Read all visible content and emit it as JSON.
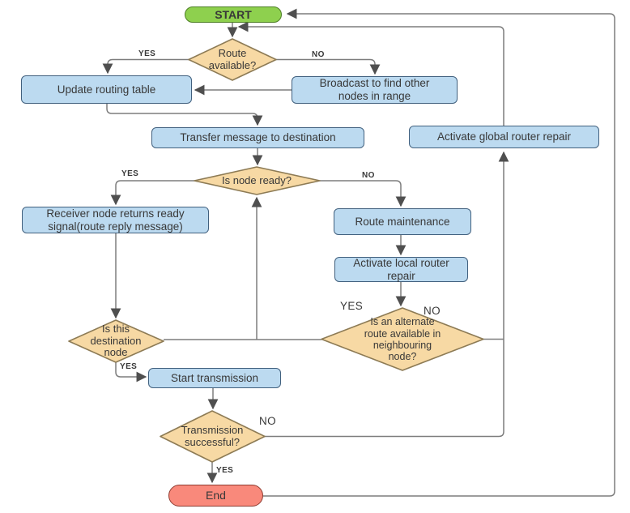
{
  "flowchart": {
    "nodes": {
      "start": {
        "label": "START",
        "type": "terminator"
      },
      "route_available": {
        "label": "Route\navailable?",
        "type": "decision"
      },
      "update_routing_table": {
        "label": "Update routing table",
        "type": "process"
      },
      "broadcast": {
        "label": "Broadcast to find other\nnodes in range",
        "type": "process"
      },
      "transfer_message": {
        "label": "Transfer message to destination",
        "type": "process"
      },
      "activate_global_repair": {
        "label": "Activate global router repair",
        "type": "process"
      },
      "is_node_ready": {
        "label": "Is node ready?",
        "type": "decision"
      },
      "receiver_ready_signal": {
        "label": "Receiver node returns ready\nsignal(route reply message)",
        "type": "process"
      },
      "route_maintenance": {
        "label": "Route maintenance",
        "type": "process"
      },
      "activate_local_repair": {
        "label": "Activate local router\nrepair",
        "type": "process"
      },
      "alternate_route": {
        "label": "Is an alternate\nroute available in\nneighbouring\nnode?",
        "type": "decision"
      },
      "is_destination_node": {
        "label": "Is this\ndestination\nnode",
        "type": "decision"
      },
      "start_transmission": {
        "label": "Start transmission",
        "type": "process"
      },
      "transmission_successful": {
        "label": "Transmission\nsuccessful?",
        "type": "decision"
      },
      "end": {
        "label": "End",
        "type": "terminator"
      }
    },
    "edge_labels": {
      "route_yes": "YES",
      "route_no": "NO",
      "ready_yes": "YES",
      "ready_no": "NO",
      "alt_yes": "YES",
      "alt_no": "NO",
      "dest_yes": "YES",
      "trans_no": "NO",
      "trans_yes": "YES"
    },
    "colors": {
      "process_fill": "#bcdaf0",
      "process_stroke": "#41607e",
      "decision_fill": "#f7d9a4",
      "decision_stroke": "#8d7b55",
      "start_fill": "#8ed04e",
      "start_stroke": "#4d7e25",
      "end_fill": "#f9897b",
      "end_stroke": "#8e3c31",
      "connector": "#7d7d7d",
      "arrow": "#4f4f4f",
      "text": "#383838"
    }
  }
}
